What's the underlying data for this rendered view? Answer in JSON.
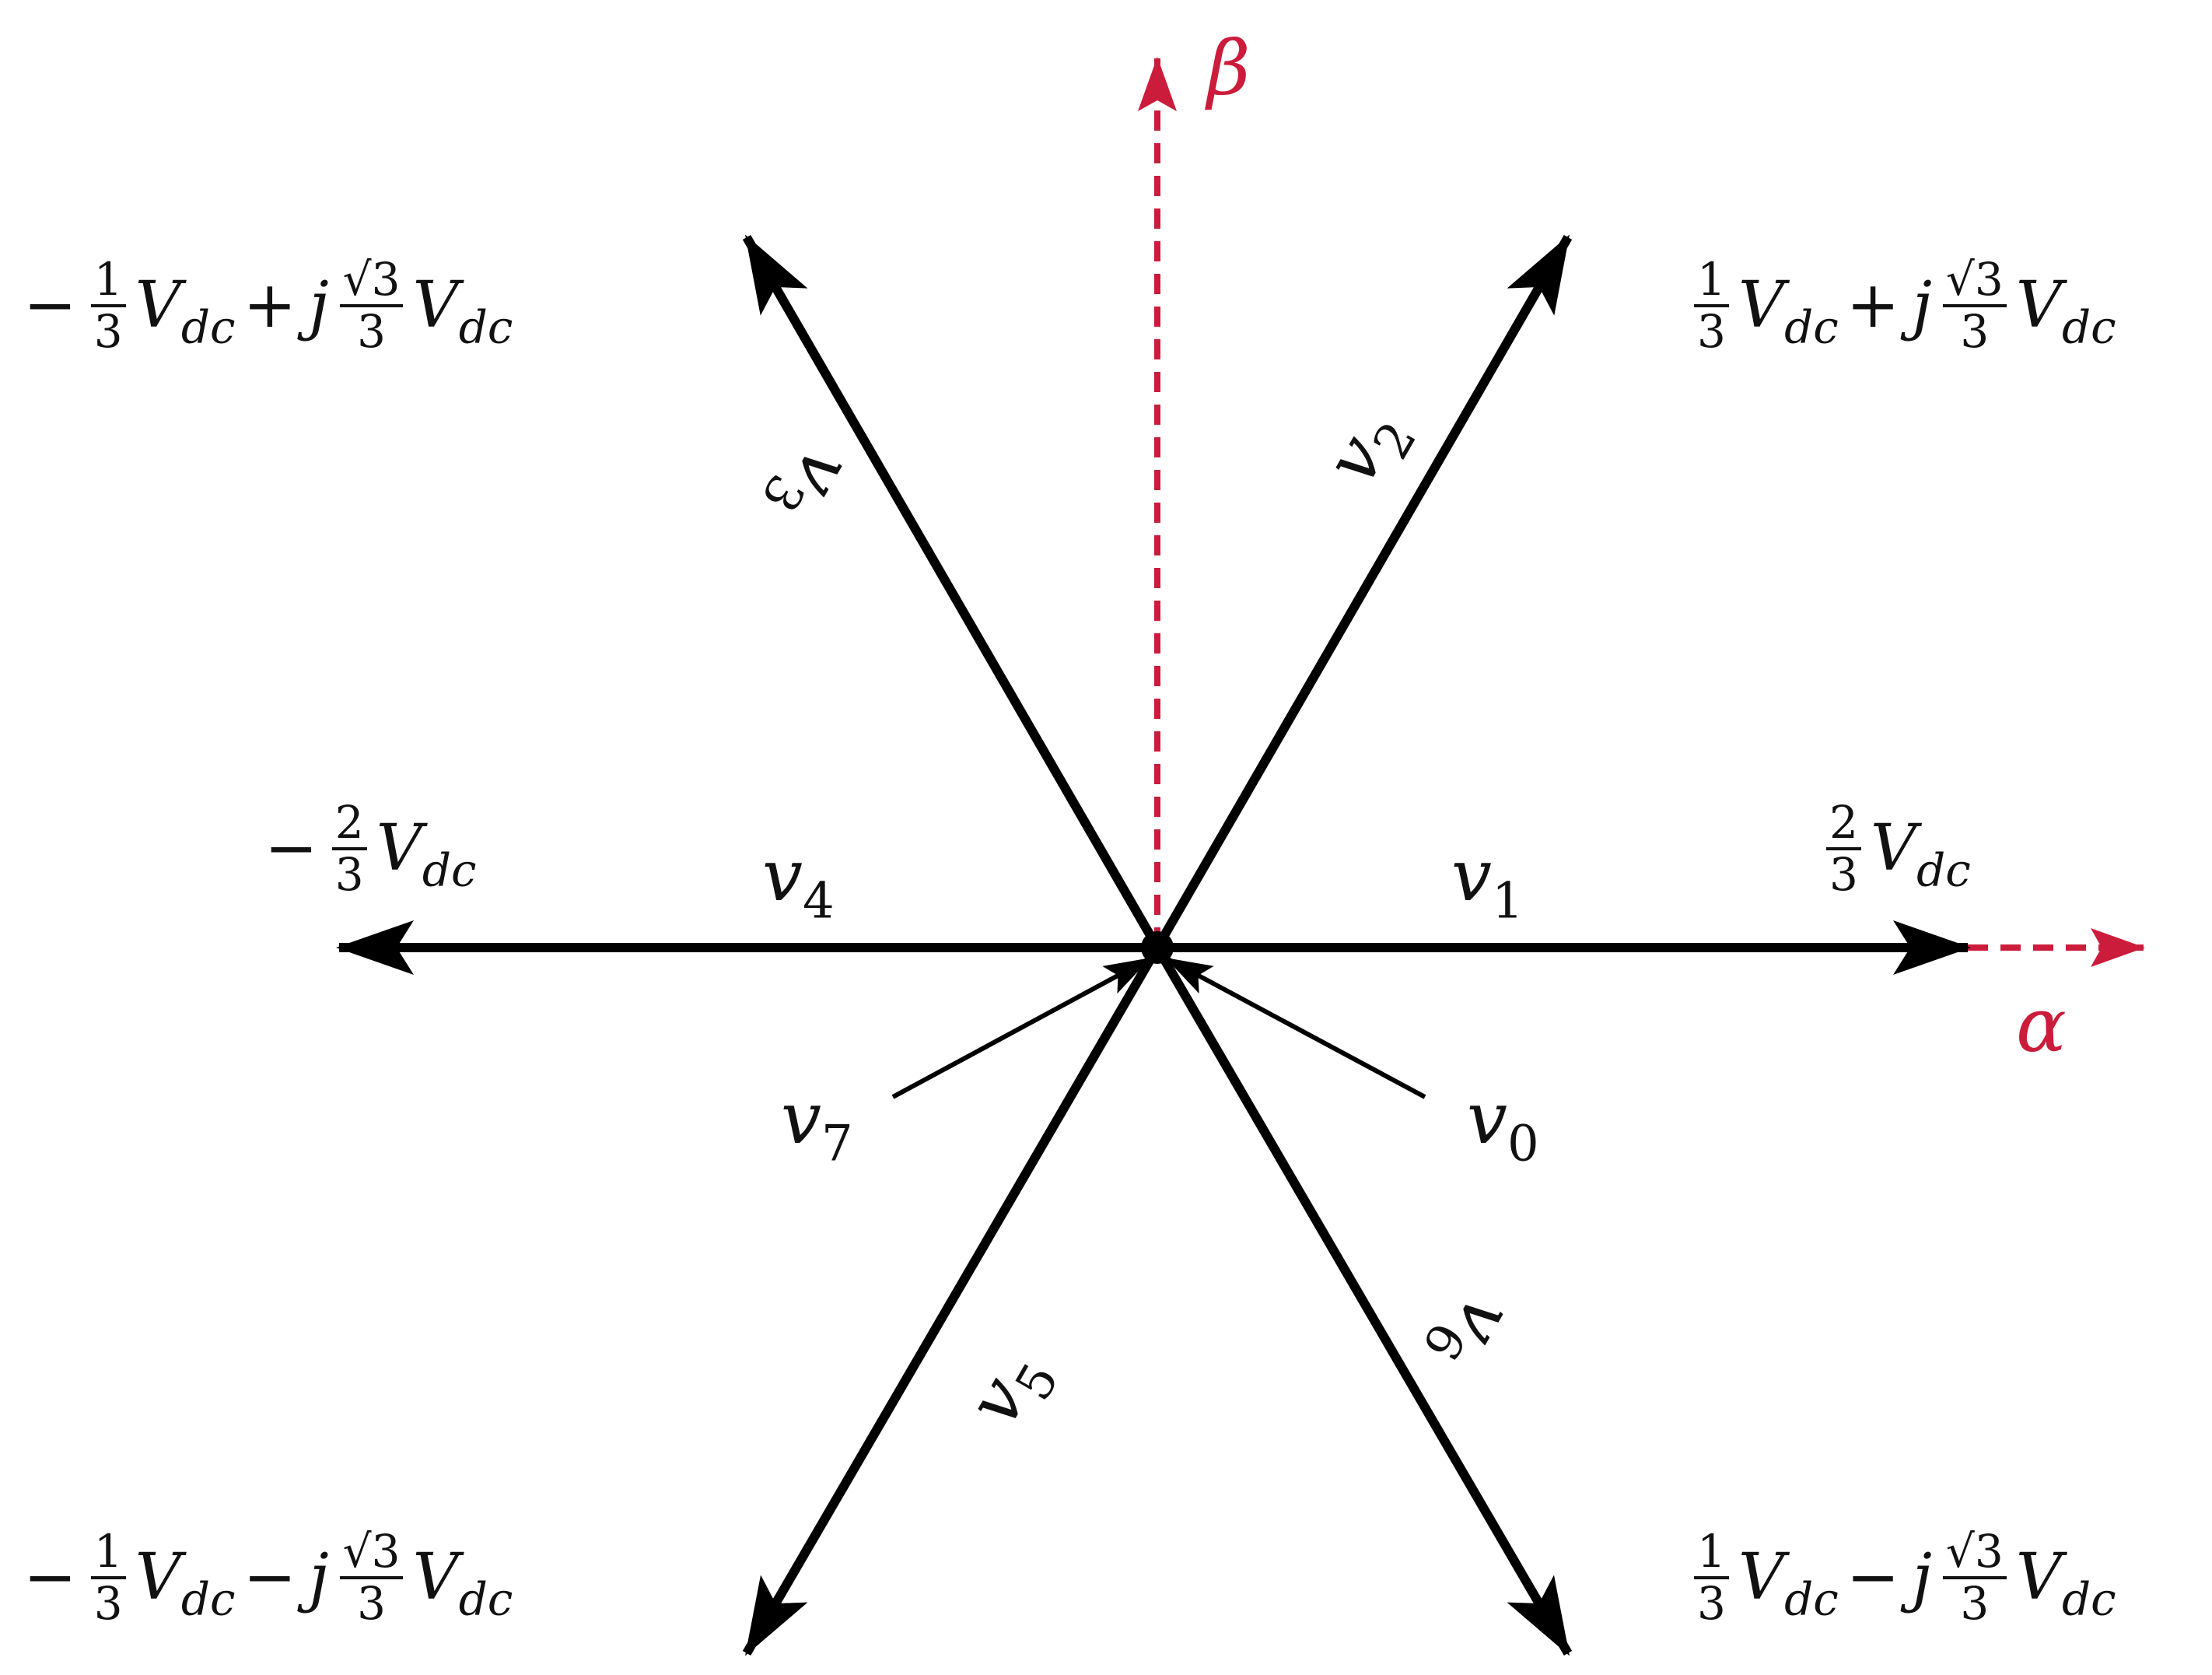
{
  "axes": {
    "alpha_label": "α",
    "beta_label": "β",
    "color": "#cc1c3b"
  },
  "vectors": {
    "v0": "v",
    "v0_sub": "0",
    "v1": "v",
    "v1_sub": "1",
    "v2": "v",
    "v2_sub": "2",
    "v3": "v",
    "v3_sub": "3",
    "v4": "v",
    "v4_sub": "4",
    "v5": "v",
    "v5_sub": "5",
    "v6": "v",
    "v6_sub": "6",
    "v7": "v",
    "v7_sub": "7"
  },
  "magnitudes": {
    "frac_1": "1",
    "frac_2": "2",
    "frac_3": "3",
    "sqrt3": "√3",
    "minus": "−",
    "plus": "+",
    "j": "j",
    "V": "V",
    "dc": "dc"
  },
  "vector_color": "#000000"
}
